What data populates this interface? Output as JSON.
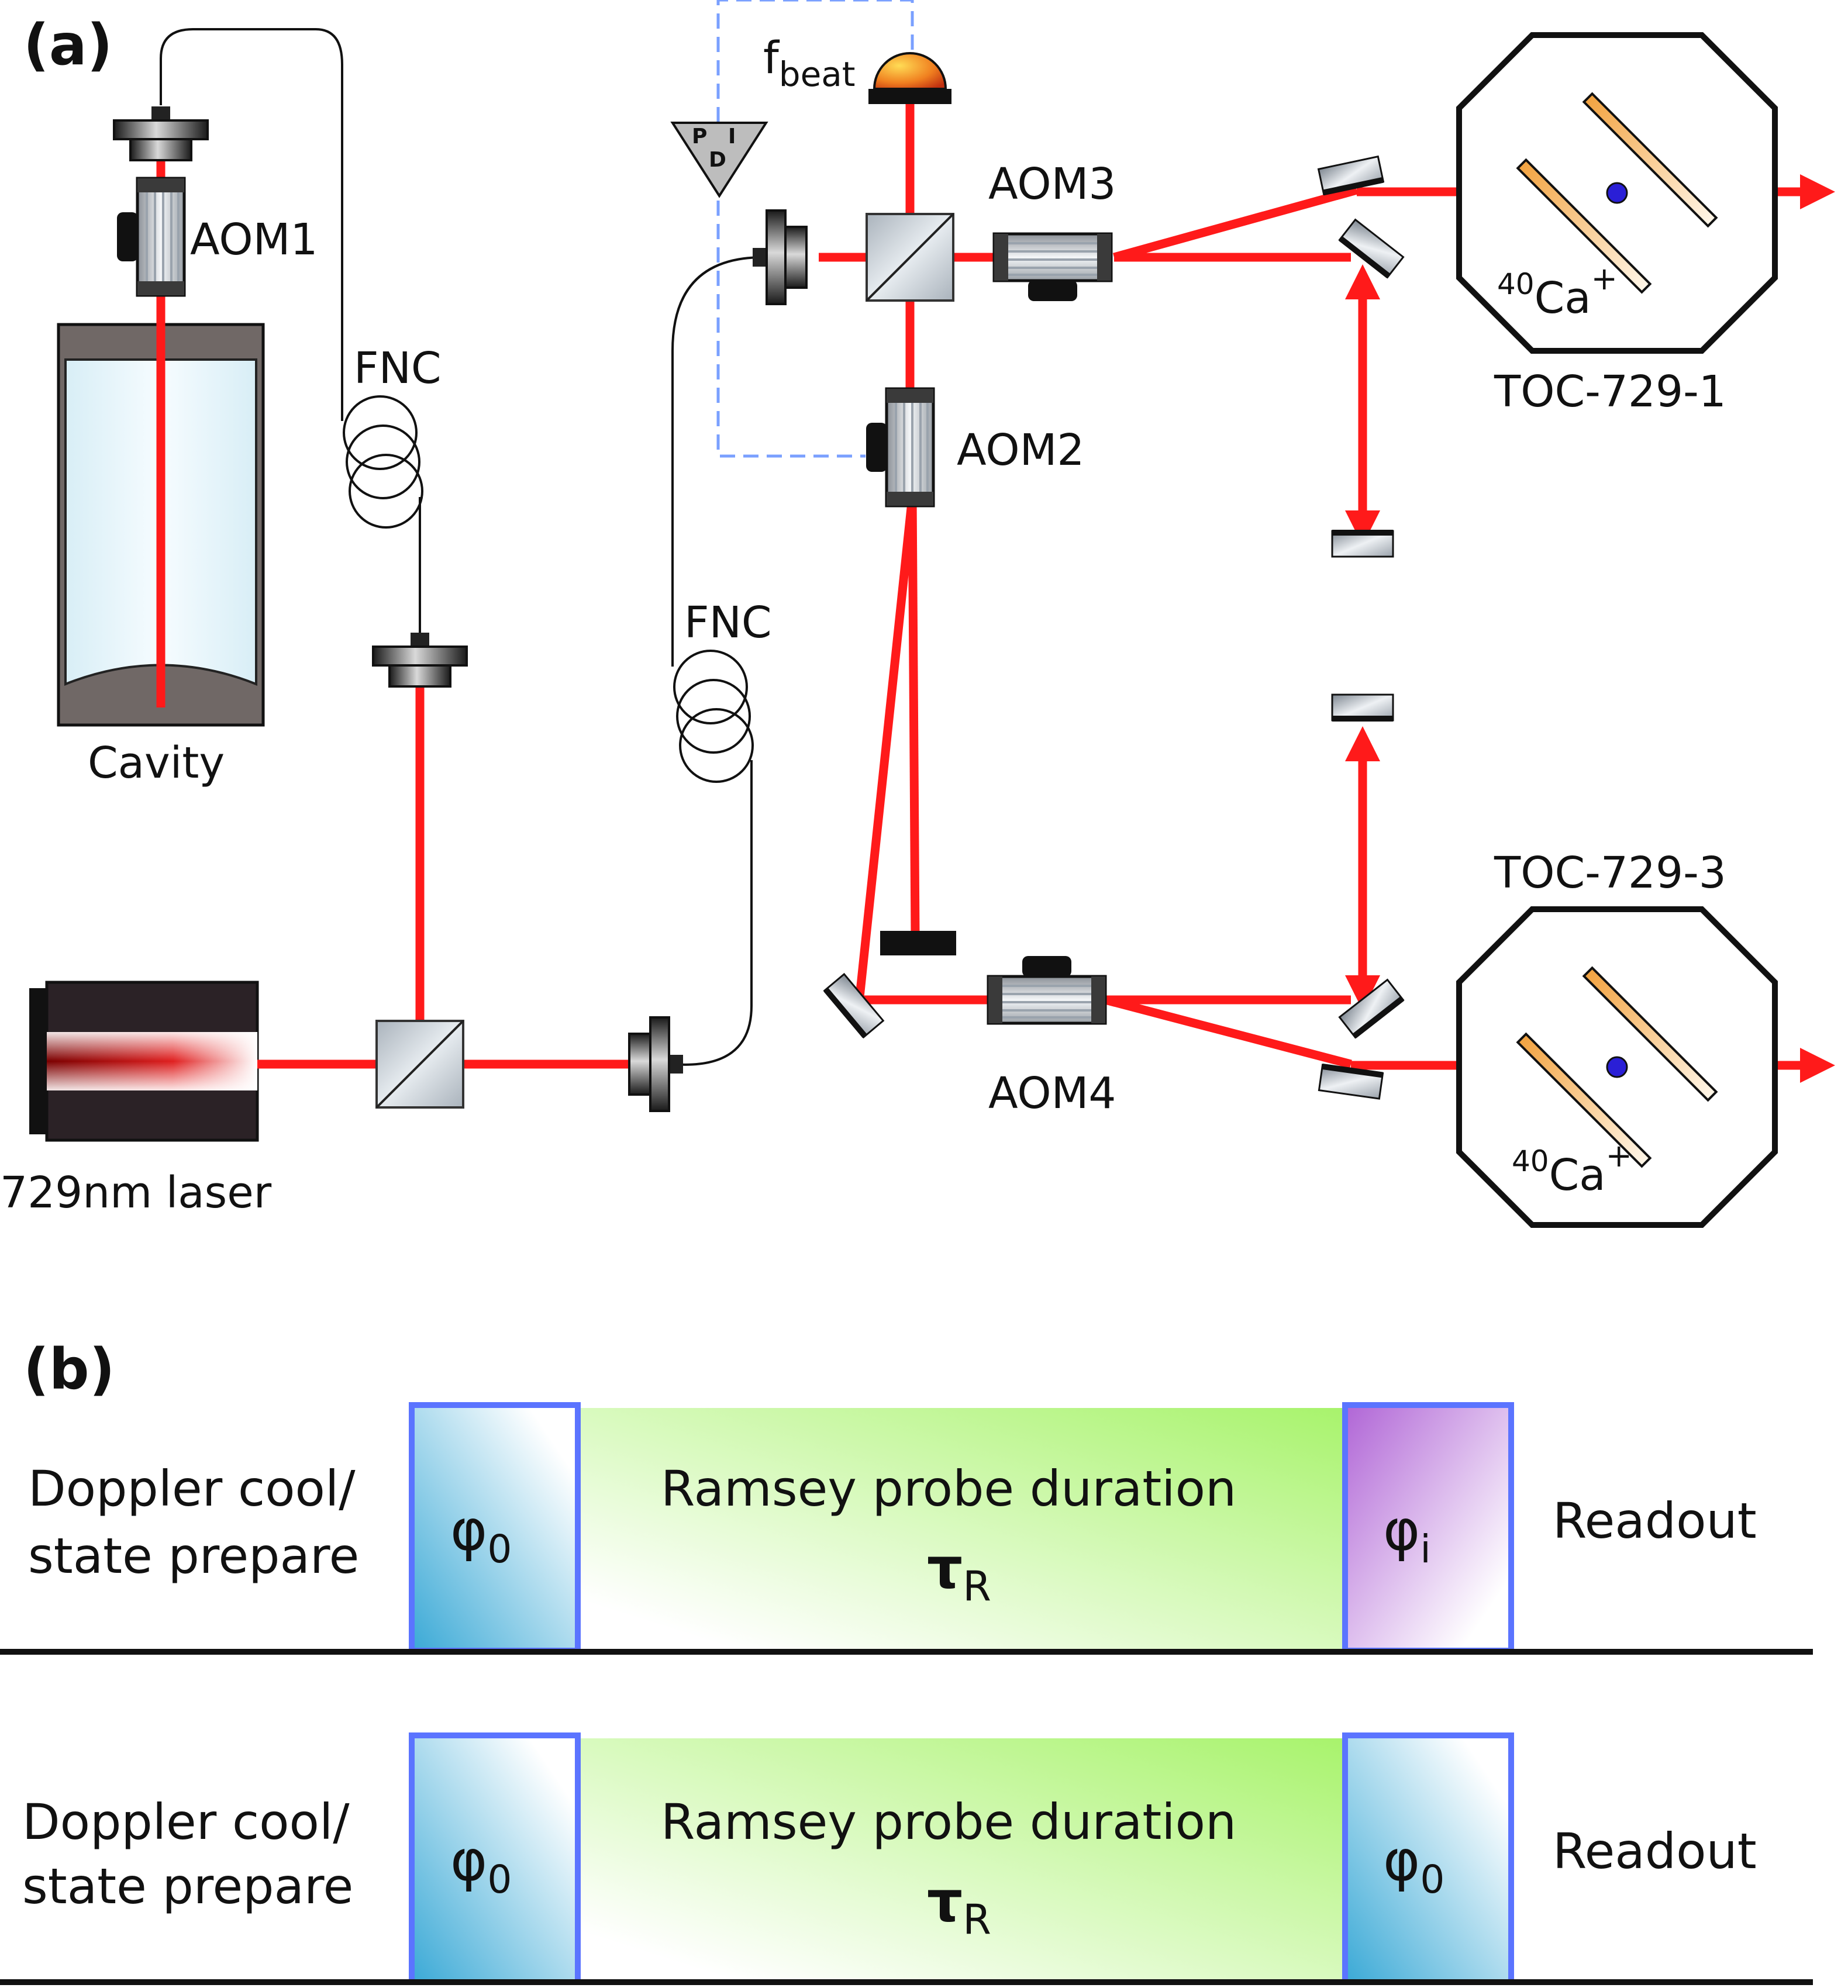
{
  "panel_a": {
    "tag": "(a)",
    "labels": {
      "aom1": "AOM1",
      "aom2": "AOM2",
      "aom3": "AOM3",
      "aom4": "AOM4",
      "fnc_left": "FNC",
      "fnc_right": "FNC",
      "cavity": "Cavity",
      "laser": "729nm laser",
      "fbeat_main": "f",
      "fbeat_sub": "beat",
      "pd_p": "P",
      "pd_d": "D",
      "pd_i": "I",
      "trap1": "TOC-729-1",
      "trap3": "TOC-729-3",
      "ion_mass": "40",
      "ion_symbol": "Ca",
      "ion_charge": "+"
    }
  },
  "panel_b": {
    "tag": "(b)",
    "sequences": [
      {
        "prep_line1": "Doppler cool/",
        "prep_line2": "state prepare",
        "pulse1_symbol": "φ",
        "pulse1_sub": "0",
        "probe_line1": "Ramsey probe duration",
        "probe_symbol": "τ",
        "probe_sub": "R",
        "pulse2_symbol": "φ",
        "pulse2_sub": "i",
        "readout": "Readout"
      },
      {
        "prep_line1": "Doppler cool/",
        "prep_line2": "state prepare",
        "pulse1_symbol": "φ",
        "pulse1_sub": "0",
        "probe_line1": "Ramsey probe duration",
        "probe_symbol": "τ",
        "probe_sub": "R",
        "pulse2_symbol": "φ",
        "pulse2_sub": "0",
        "readout": "Readout"
      }
    ]
  },
  "colors": {
    "beam": "#ff1a1a",
    "electrode": "#f2a341",
    "ion": "#2a1fd6",
    "pulse_border": "#5b74ff",
    "pulse_blue": "#3aa9d6",
    "pulse_purple": "#b065d6",
    "probe_green": "#a8f36c",
    "dashed": "#7aa0ff"
  },
  "icons": {
    "aom": "acousto-optic-modulator-icon",
    "bsc": "beam-splitter-cube-icon",
    "coupler": "fiber-coupler-icon",
    "mirror": "mirror-icon",
    "photodiode": "photodiode-icon",
    "trap": "ion-trap-icon"
  }
}
